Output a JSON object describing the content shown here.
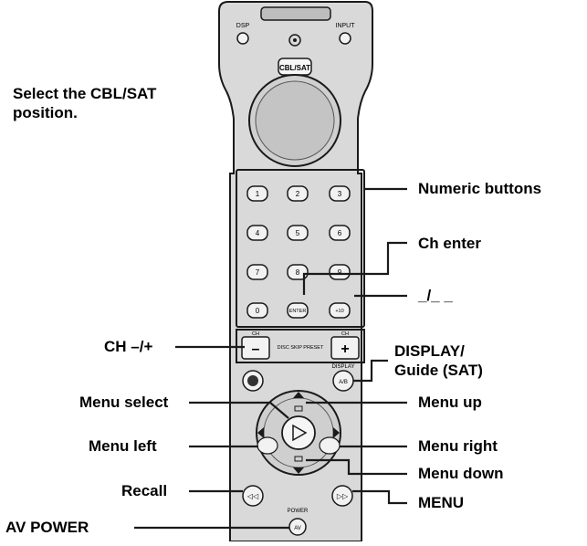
{
  "instruction": {
    "line1": "Select the CBL/SAT",
    "line2": "position."
  },
  "callouts": {
    "numeric_buttons": "Numeric buttons",
    "ch_enter": "Ch enter",
    "dash": "_/_ _",
    "ch_minus_plus": "CH –/+",
    "display_guide_line1": "DISPLAY/",
    "display_guide_line2": "Guide (SAT)",
    "menu_select": "Menu select",
    "menu_up": "Menu up",
    "menu_left": "Menu left",
    "menu_right": "Menu right",
    "recall": "Recall",
    "menu_down": "Menu down",
    "menu": "MENU",
    "av_power": "AV POWER"
  },
  "remote": {
    "top_left_label": "DSP",
    "top_right_label": "INPUT",
    "selector_label": "CBL/SAT",
    "numbers": [
      "1",
      "2",
      "3",
      "4",
      "5",
      "6",
      "7",
      "8",
      "9",
      "0"
    ],
    "enter_label": "ENTER",
    "plus10_label": "+10",
    "ch_minus": "–",
    "ch_plus": "+",
    "disc_skip_label": "DISC SKIP PRESET",
    "ch_label": "CH",
    "display_label": "DISPLAY",
    "power_label": "POWER",
    "av_label": "AV"
  },
  "colors": {
    "remote_body": "#d8d8d8",
    "outline": "#1a1a1a",
    "button": "#f2f2f2",
    "dark_button": "#333333"
  }
}
